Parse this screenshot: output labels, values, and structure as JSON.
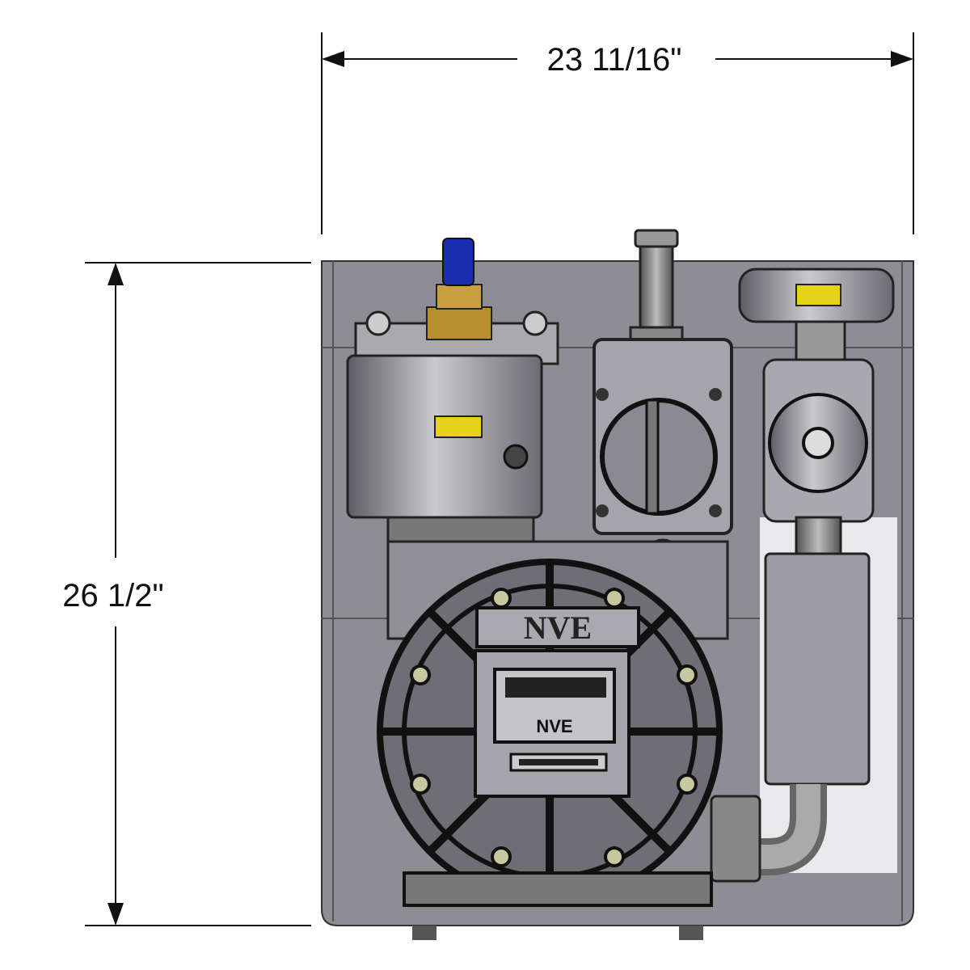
{
  "dimensions": {
    "width_label": "23 11/16\"",
    "height_label": "26 1/2\""
  },
  "unit": {
    "brand_label": "NVE",
    "nameplate_brand": "NVE"
  },
  "colors": {
    "frame": "#8d8d93",
    "metal": "#b7b7bc",
    "dark": "#1e1e22",
    "valve_blue": "#1a2fb0",
    "brass": "#b8902e",
    "label_yellow": "#e6d21a"
  }
}
